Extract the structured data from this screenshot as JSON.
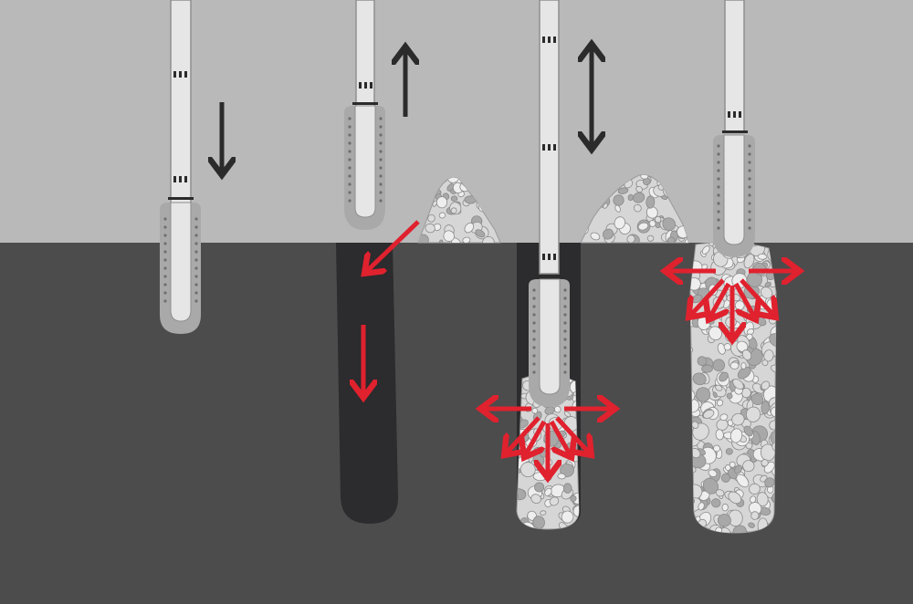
{
  "colors": {
    "sky": "#b9b9b9",
    "ground": "#4c4c4d",
    "hole": "#2c2b2d",
    "probe": "#e6e6e6",
    "probe_outline": "#8f8f8f",
    "probe_dark": "#a9a9a9",
    "gravel": "#d9d9d9",
    "gravel_outline": "#9a9a9a",
    "arrow_dark": "#2b2b2b",
    "arrow_red": "#e0212e"
  },
  "stages": [
    {
      "id": "penetrate",
      "motion": "down",
      "icon": "down-arrow-icon"
    },
    {
      "id": "withdraw-and-fill",
      "motion": "up",
      "icon": "up-arrow-icon"
    },
    {
      "id": "compact",
      "motion": "up-down",
      "icon": "double-arrow-icon"
    },
    {
      "id": "complete-column",
      "motion": "none",
      "icon": "radial-arrows-icon"
    }
  ]
}
